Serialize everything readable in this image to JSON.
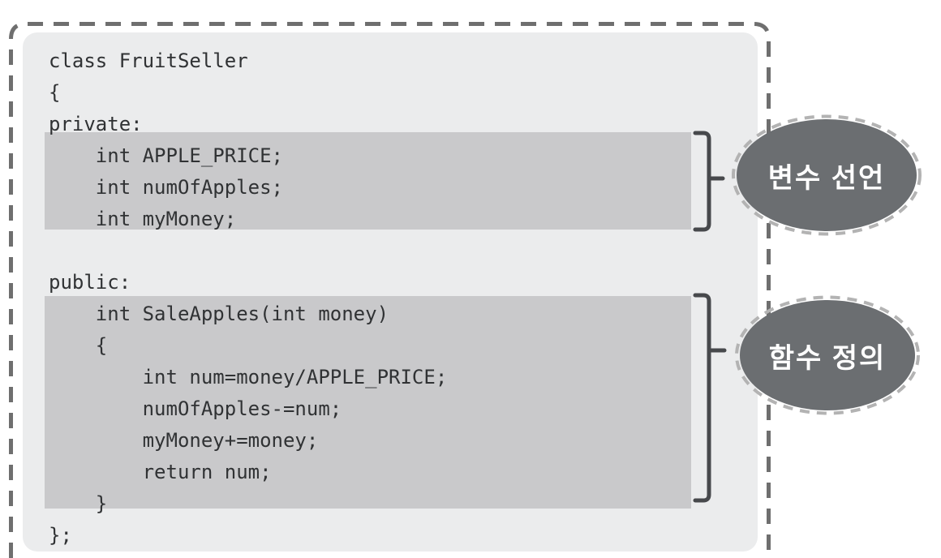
{
  "diagram": {
    "type": "code-annotation",
    "language": "cpp"
  },
  "code": {
    "lines": [
      "class FruitSeller",
      "{",
      "private:",
      "    int APPLE_PRICE;",
      "    int numOfApples;",
      "    int myMoney;",
      "",
      "public:",
      "    int SaleApples(int money)",
      "    {",
      "        int num=money/APPLE_PRICE;",
      "        numOfApples-=num;",
      "        myMoney+=money;",
      "        return num;",
      "    }",
      "};"
    ]
  },
  "annotations": [
    {
      "label": "변수 선언"
    },
    {
      "label": "함수 정의"
    }
  ],
  "colors": {
    "canvas_bg": "#ffffff",
    "code_panel_bg": "#ebeced",
    "highlight_bg": "#c9c9cb",
    "code_text": "#303234",
    "outer_dash": "#6f6f6f",
    "bracket": "#47494c",
    "bubble_fill": "#6b6e71",
    "bubble_dash": "#b3b3b3",
    "bubble_text": "#ffffff"
  }
}
